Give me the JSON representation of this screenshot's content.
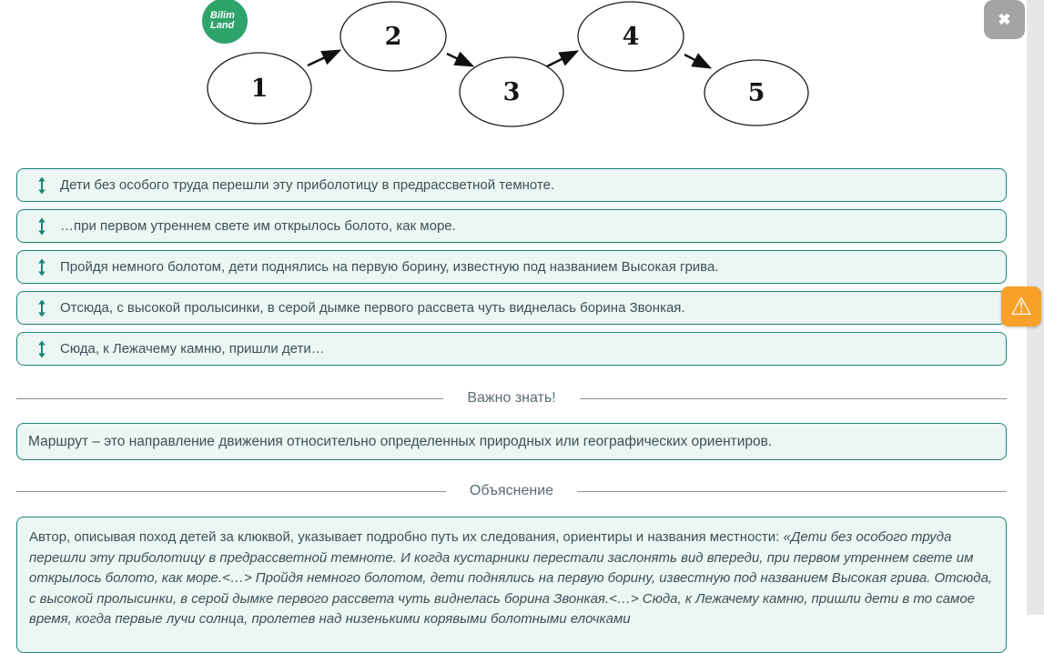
{
  "logo": {
    "line1": "Bilim",
    "line2": "Land"
  },
  "diagram": {
    "node_labels": [
      "1",
      "2",
      "3",
      "4",
      "5"
    ]
  },
  "sort_list": {
    "items": [
      "Дети без особого труда перешли эту приболотицу в предрассветной темноте.",
      "…при первом утреннем свете им открылось болото, как море.",
      "Пройдя немного болотом, дети поднялись на первую борину, известную под названием Высокая грива.",
      "Отсюда, с высокой пролысинки, в серой дымке первого рассвета чуть виднелась борина Звонкая.",
      "Сюда, к Лежачему камню, пришли дети…"
    ]
  },
  "sections": {
    "important": {
      "heading": "Важно знать!",
      "text": "Маршрут – это направление движения относительно определенных природных или географических ориентиров."
    },
    "explanation": {
      "heading": "Объяснение",
      "intro": "Автор, описывая поход детей за клюквой, указывает подробно путь их следования, ориентиры и названия местности: ",
      "quote": "«Дети без особого труда перешли эту приболотицу в предрассветной темноте. И когда кустарники перестали заслонять вид впереди, при первом утреннем свете им открылось болото, как море.<…> Пройдя немного болотом, дети поднялись на первую борину, известную под названием Высокая грива. Отсюда, с высокой пролысинки, в серой дымке первого рассвета чуть виднелась борина Звонкая.<…> Сюда, к Лежачему камню, пришли дети в то самое время, когда первые лучи солнца, пролетев над низенькими корявыми болотными елочками"
    }
  },
  "controls": {
    "close_icon": "✖",
    "warning_icon": "⚠"
  },
  "colors": {
    "accent_teal": "#1b8374",
    "item_background": "#ecf6f3",
    "warning_orange": "#f7a12a",
    "logo_green": "#2ea36a",
    "close_grey": "#a4a4a6"
  }
}
